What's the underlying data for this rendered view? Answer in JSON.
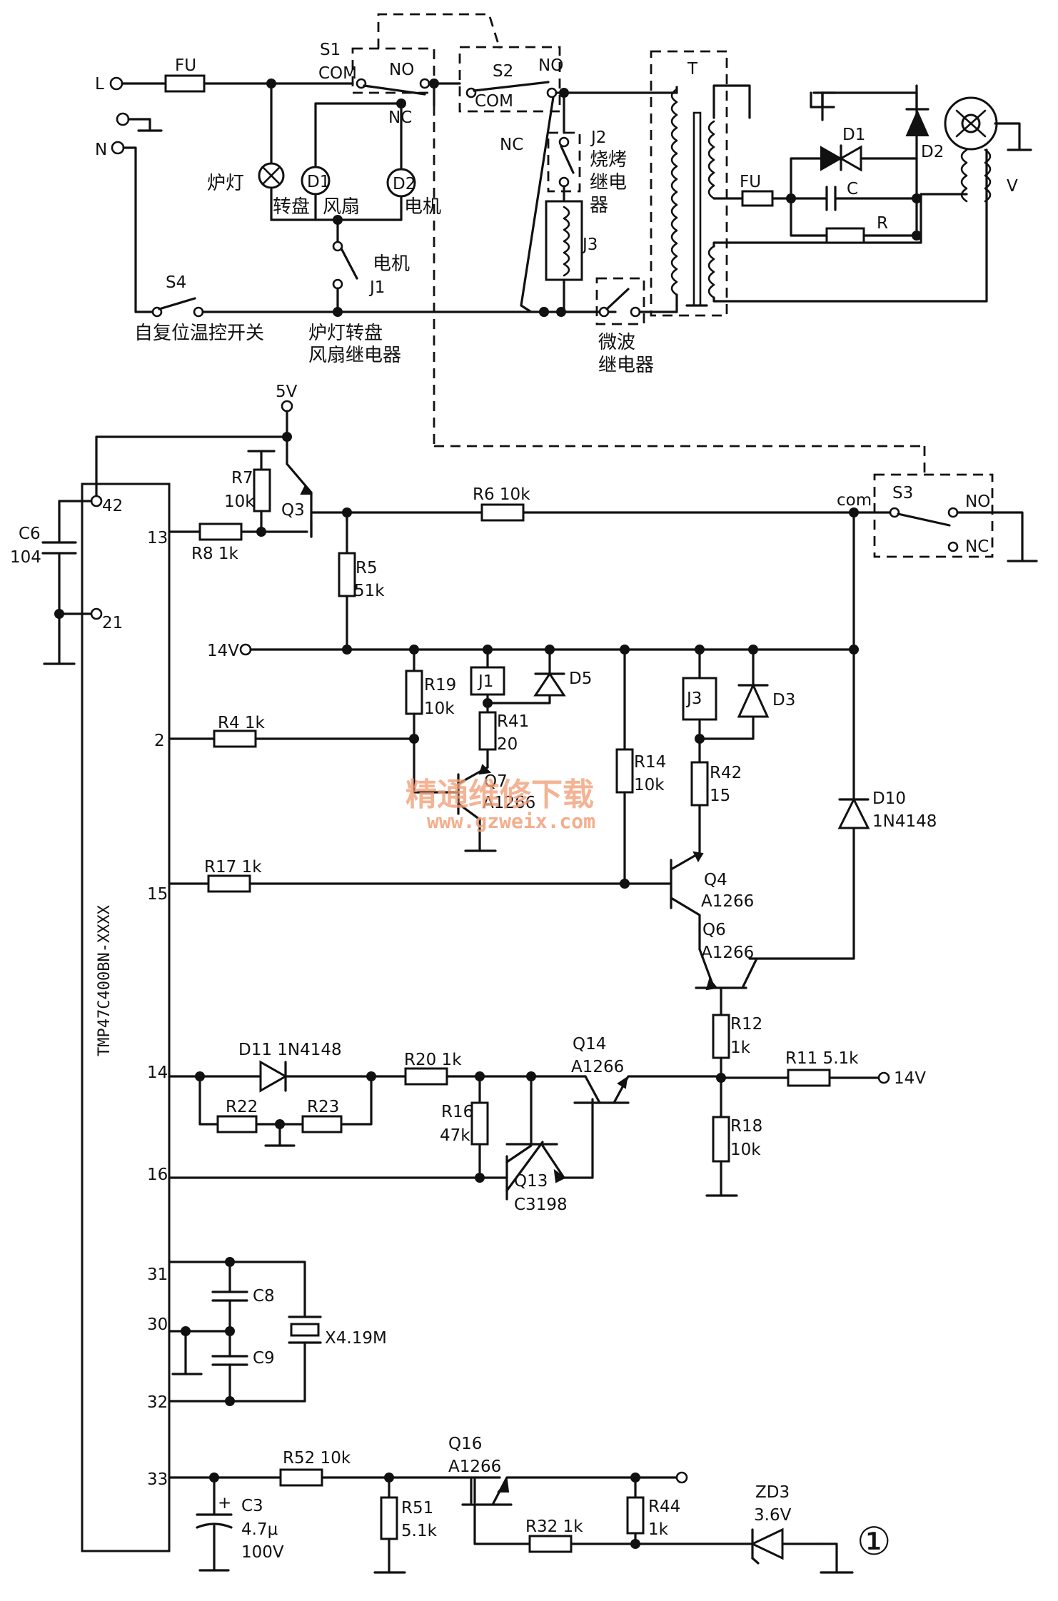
{
  "mains": {
    "L": "L",
    "N": "N",
    "fuse": "FU"
  },
  "switches": {
    "s1": "S1",
    "s2": "S2",
    "s3": "S3",
    "s4": "S4",
    "com_upper": "COM",
    "com_lower": "com",
    "no": "NO",
    "nc": "NC"
  },
  "loads": {
    "lamp": "炉灯",
    "turntable": "转盘",
    "fan": "风扇",
    "motor": "电机",
    "d1": "D1",
    "d2": "D2",
    "motor_label": "电机",
    "j1": "J1",
    "s4_label": "自复位温控开关",
    "j1_label_1": "炉灯转盘",
    "j1_label_2": "风扇继电器",
    "j2": "J2",
    "j2_label_1": "烧烤",
    "j2_label_2": "继电",
    "j2_label_3": "器",
    "j3": "J3",
    "mw_label_1": "微波",
    "mw_label_2": "继电器"
  },
  "hv": {
    "t": "T",
    "fu": "FU",
    "d1": "D1",
    "d2": "D2",
    "c": "C",
    "r": "R",
    "v": "V"
  },
  "ic": {
    "name": "TMP47C400BN-XXXX",
    "pins": {
      "p42": "42",
      "p21": "21",
      "p13": "13",
      "p2": "2",
      "p15": "15",
      "p14": "14",
      "p16": "16",
      "p31": "31",
      "p30": "30",
      "p32": "32",
      "p33": "33"
    }
  },
  "supply": {
    "v5": "5V",
    "v14": "14V",
    "v14b": "14V"
  },
  "components": {
    "c6": "C6",
    "c6v": "104",
    "r7": "R7",
    "r7v": "10k",
    "r8": "R8  1k",
    "q3": "Q3",
    "r6": "R6  10k",
    "r5": "R5",
    "r5v": "51k",
    "r19": "R19",
    "r19v": "10k",
    "j1box": "J1",
    "d5": "D5",
    "r4": "R4  1k",
    "r41": "R41",
    "r41v": "20",
    "q7": "Q7",
    "q7v": "A1266",
    "r14": "R14",
    "r14v": "10k",
    "j3box": "J3",
    "d3": "D3",
    "r42": "R42",
    "r42v": "15",
    "d10": "D10",
    "d10v": "1N4148",
    "r17": "R17  1k",
    "q4": "Q4",
    "q4v": "A1266",
    "q6": "Q6",
    "q6v": "A1266",
    "d11": "D11  1N4148",
    "r22": "R22",
    "r23": "R23",
    "r20": "R20  1k",
    "r16": "R16",
    "r16v": "47k",
    "q14": "Q14",
    "q14v": "A1266",
    "q13": "Q13",
    "q13v": "C3198",
    "r12": "R12",
    "r12v": "1k",
    "r11": "R11  5.1k",
    "r18": "R18",
    "r18v": "10k",
    "c8": "C8",
    "c9": "C9",
    "x": "X4.19M",
    "c3": "C3",
    "c3v1": "4.7μ",
    "c3v2": "100V",
    "r52": "R52  10k",
    "r51": "R51",
    "r51v": "5.1k",
    "q16": "Q16",
    "q16v": "A1266",
    "r32": "R32  1k",
    "r44": "R44",
    "r44v": "1k",
    "zd3": "ZD3",
    "zd3v": "3.6V"
  },
  "watermark": {
    "cn": "精通维修下载",
    "url": "www.gzweix.com"
  },
  "figure_number": "①"
}
